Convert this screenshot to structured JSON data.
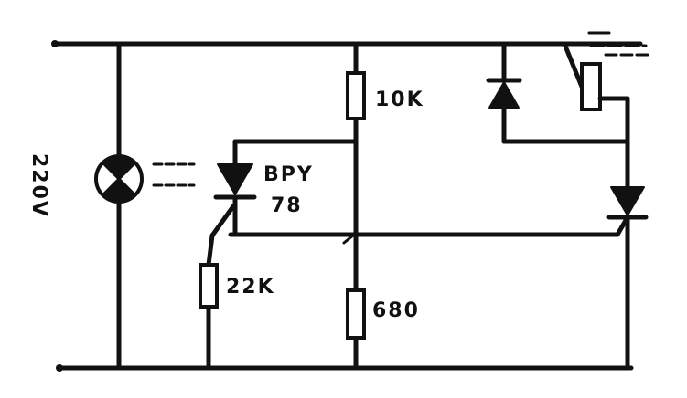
{
  "labels": {
    "supply": "220V",
    "r_top": "10K",
    "phototransistor_line1": "BPY",
    "phototransistor_line2": "78",
    "r_left": "22K",
    "r_bottom": "680"
  }
}
